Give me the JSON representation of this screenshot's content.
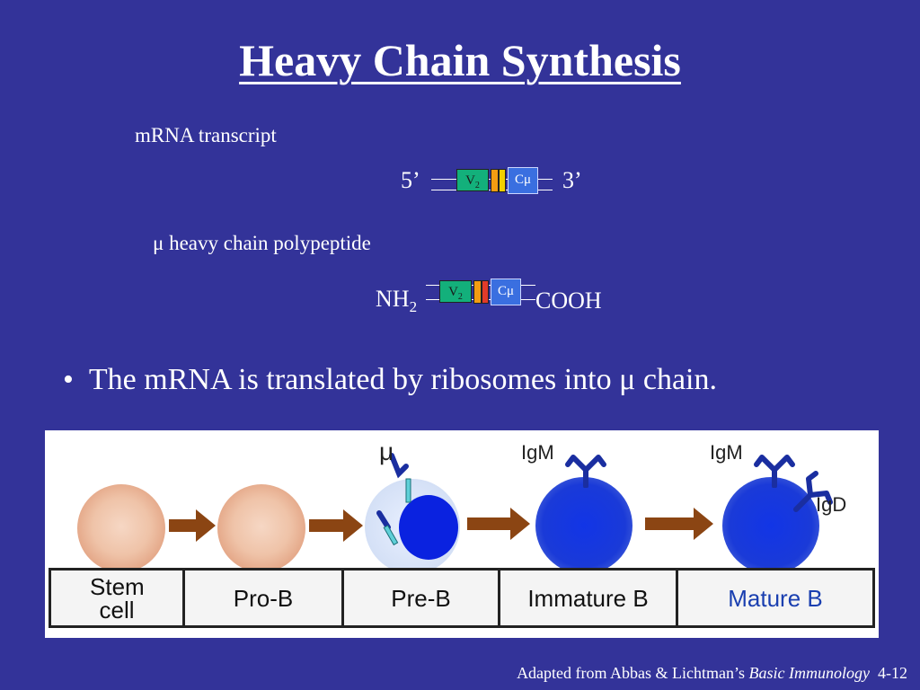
{
  "title": "Heavy Chain Synthesis",
  "mrna": {
    "heading": "mRNA transcript",
    "five_prime": "5’",
    "three_prime": "3’",
    "v_label": "V",
    "v_sub": "2",
    "c_label": "Cμ"
  },
  "polypeptide": {
    "heading": "μ heavy chain polypeptide",
    "n_term": "NH",
    "n_sub": "2",
    "c_term": "COOH",
    "v_label": "V",
    "v_sub": "2",
    "c_label": "Cμ"
  },
  "bullet": "The mRNA is translated by ribosomes into μ chain.",
  "stages": {
    "mu_label": "μ",
    "igm_label_1": "IgM",
    "igm_label_2": "IgM",
    "igd_label": "IgD",
    "names": [
      "Stem cell",
      "Pro-B",
      "Pre-B",
      "Immature B",
      "Mature B"
    ]
  },
  "credit": {
    "prefix": "Adapted from Abbas & Lichtman’s ",
    "book": "Basic Immunology",
    "page": "4-12"
  },
  "colors": {
    "background": "#333399",
    "mature_b_text": "#1a3fb0",
    "arrow": "#8b4513",
    "antibody": "#1a2ea0",
    "nucleus": "#0a22e0"
  }
}
